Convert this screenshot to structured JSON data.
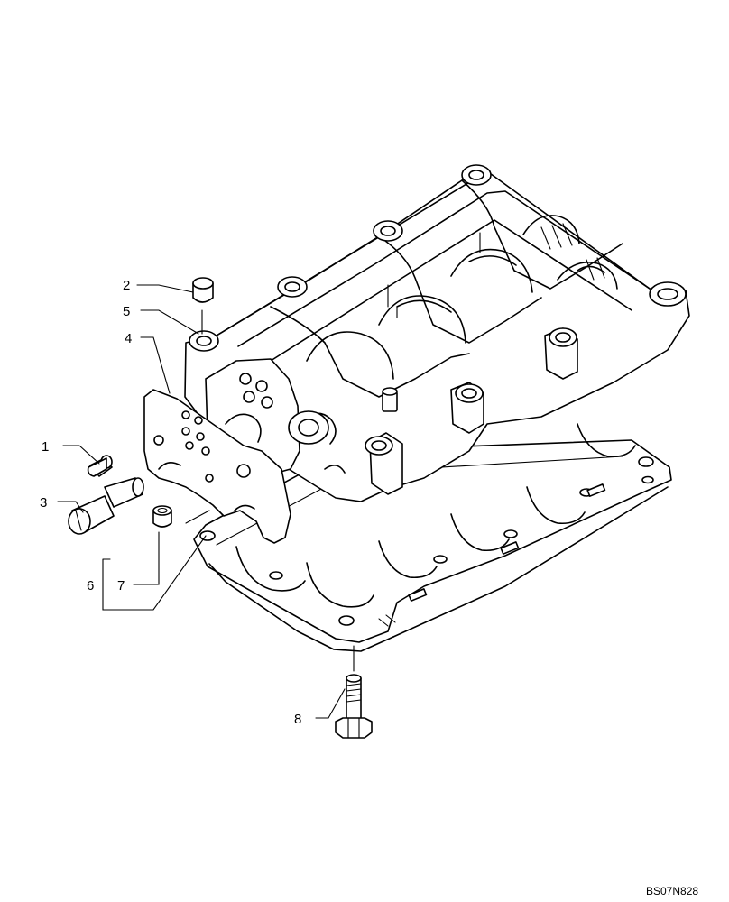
{
  "callouts": [
    {
      "id": "1",
      "label": "1"
    },
    {
      "id": "2",
      "label": "2"
    },
    {
      "id": "3",
      "label": "3"
    },
    {
      "id": "4",
      "label": "4"
    },
    {
      "id": "5",
      "label": "5"
    },
    {
      "id": "6",
      "label": "6"
    },
    {
      "id": "7",
      "label": "7"
    },
    {
      "id": "8",
      "label": "8"
    }
  ],
  "drawing_code": "BS07N828"
}
